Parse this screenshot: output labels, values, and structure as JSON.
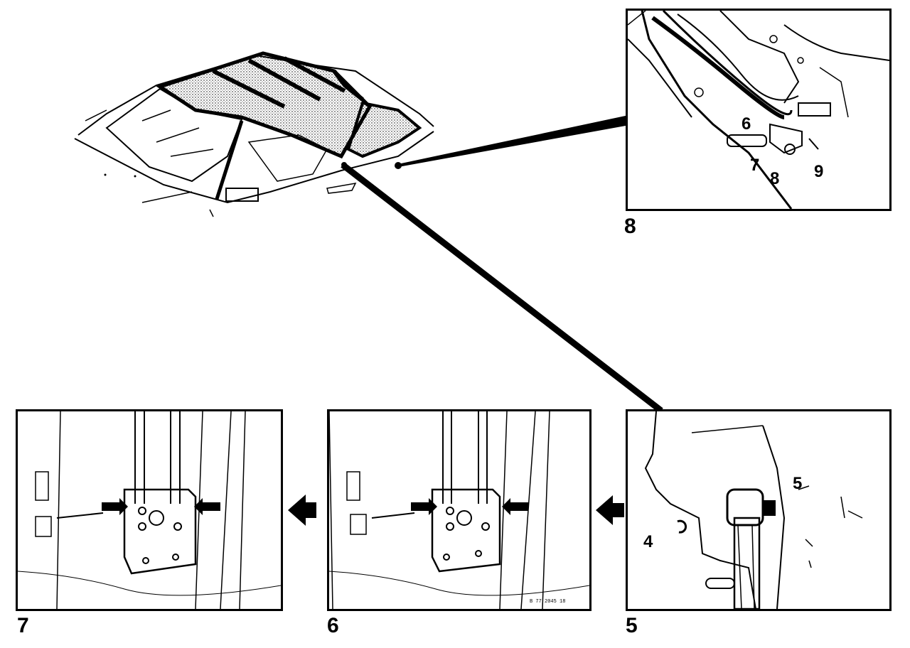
{
  "figures": {
    "fig8": {
      "label": "8",
      "callouts": [
        "6",
        "7",
        "8",
        "9"
      ]
    },
    "fig5": {
      "label": "5",
      "callouts": [
        "4",
        "5"
      ]
    },
    "fig6": {
      "label": "6",
      "code": "B 77 2045 18"
    },
    "fig7": {
      "label": "7"
    }
  }
}
